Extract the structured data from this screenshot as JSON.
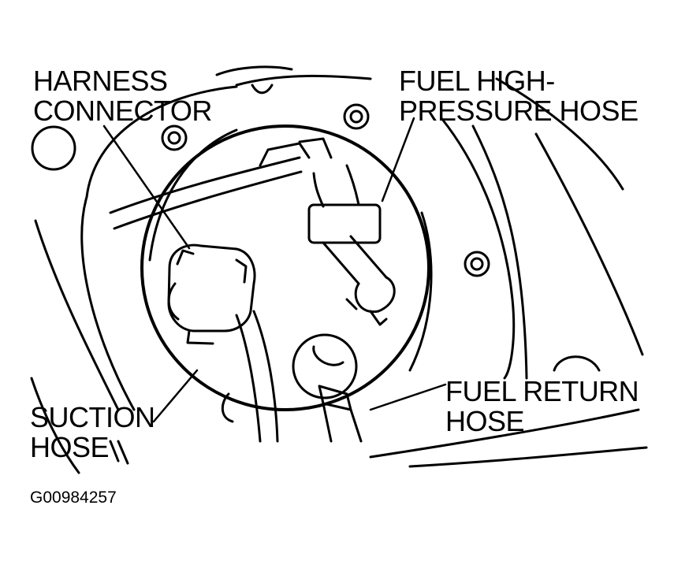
{
  "labels": {
    "harness_connector": [
      "HARNESS",
      "CONNECTOR"
    ],
    "fuel_high_pressure_hose": [
      "FUEL HIGH-",
      "PRESSURE HOSE"
    ],
    "suction_hose": [
      "SUCTION",
      "HOSE"
    ],
    "fuel_return_hose": [
      "FUEL RETURN",
      "HOSE"
    ]
  },
  "figure_id": "G00984257",
  "colors": {
    "ink": "#000000",
    "background": "#ffffff"
  }
}
